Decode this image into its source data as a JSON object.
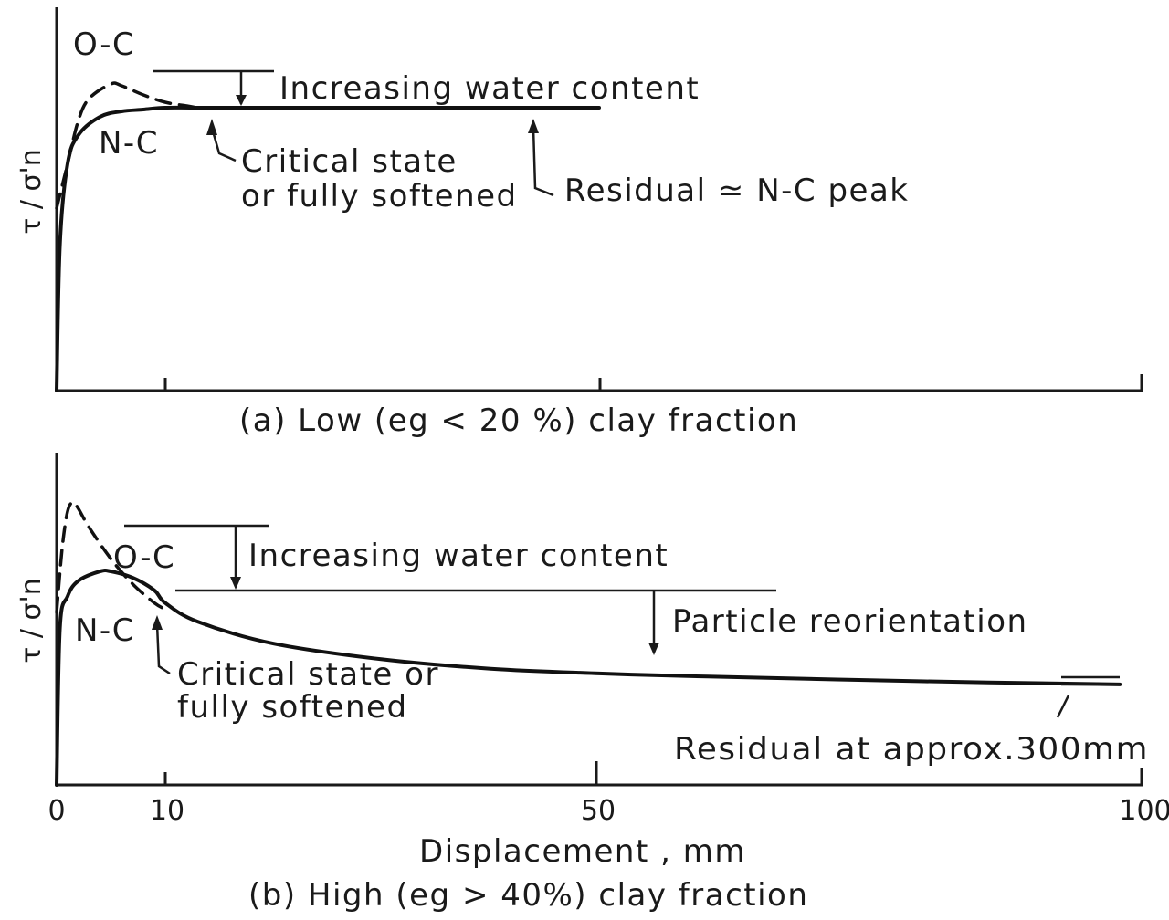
{
  "chart_data": [
    {
      "type": "line",
      "caption": "(a) Low (eg < 20 %) clay fraction",
      "ylabel": "τ / σ'n",
      "xlim": [
        0,
        100
      ],
      "ticks": [
        10,
        50,
        100
      ],
      "series": [
        {
          "name": "O-C",
          "style": "dashed",
          "x": [
            0,
            1,
            2,
            3,
            5,
            6,
            8,
            10,
            12,
            13
          ],
          "y": [
            0.5,
            0.62,
            0.74,
            0.8,
            0.84,
            0.835,
            0.81,
            0.79,
            0.78,
            0.775
          ]
        },
        {
          "name": "N-C",
          "style": "solid",
          "x": [
            0,
            0.3,
            1,
            2,
            4,
            6,
            8,
            10,
            13,
            20,
            40,
            50
          ],
          "y": [
            0.0,
            0.4,
            0.62,
            0.7,
            0.75,
            0.765,
            0.77,
            0.775,
            0.775,
            0.775,
            0.775,
            0.775
          ]
        }
      ],
      "annotations": {
        "oc_label": "O-C",
        "nc_label": "N-C",
        "increasing_water": "Increasing water content",
        "critical_1": "Critical state",
        "critical_2": "or fully softened",
        "residual": "Residual ≃ N-C peak"
      }
    },
    {
      "type": "line",
      "caption": "(b) High (eg > 40%) clay fraction",
      "xlabel": "Displacement , mm",
      "ylabel": "τ / σ'n",
      "xlim": [
        0,
        100
      ],
      "ticks": [
        0,
        10,
        50,
        100
      ],
      "tick_labels": [
        "0",
        "10",
        "50",
        "100"
      ],
      "series": [
        {
          "name": "O-C",
          "style": "dashed",
          "x": [
            0,
            0.5,
            1,
            1.5,
            2,
            3,
            5,
            7,
            9,
            10
          ],
          "y": [
            0.55,
            0.75,
            0.87,
            0.9,
            0.88,
            0.82,
            0.72,
            0.64,
            0.58,
            0.56
          ]
        },
        {
          "name": "N-C",
          "style": "solid",
          "x": [
            0,
            0.3,
            1,
            2,
            4,
            5,
            7,
            9,
            10,
            13,
            20,
            30,
            40,
            50,
            60,
            80,
            98
          ],
          "y": [
            0.0,
            0.5,
            0.6,
            0.65,
            0.68,
            0.68,
            0.66,
            0.62,
            0.58,
            0.52,
            0.45,
            0.4,
            0.37,
            0.355,
            0.345,
            0.33,
            0.32
          ]
        }
      ],
      "annotations": {
        "oc_label": "O-C",
        "nc_label": "N-C",
        "increasing_water": "Increasing water content",
        "particle": "Particle reorientation",
        "critical_1": "Critical state or",
        "critical_2": "fully softened",
        "residual": "Residual at approx.300mm"
      }
    }
  ]
}
